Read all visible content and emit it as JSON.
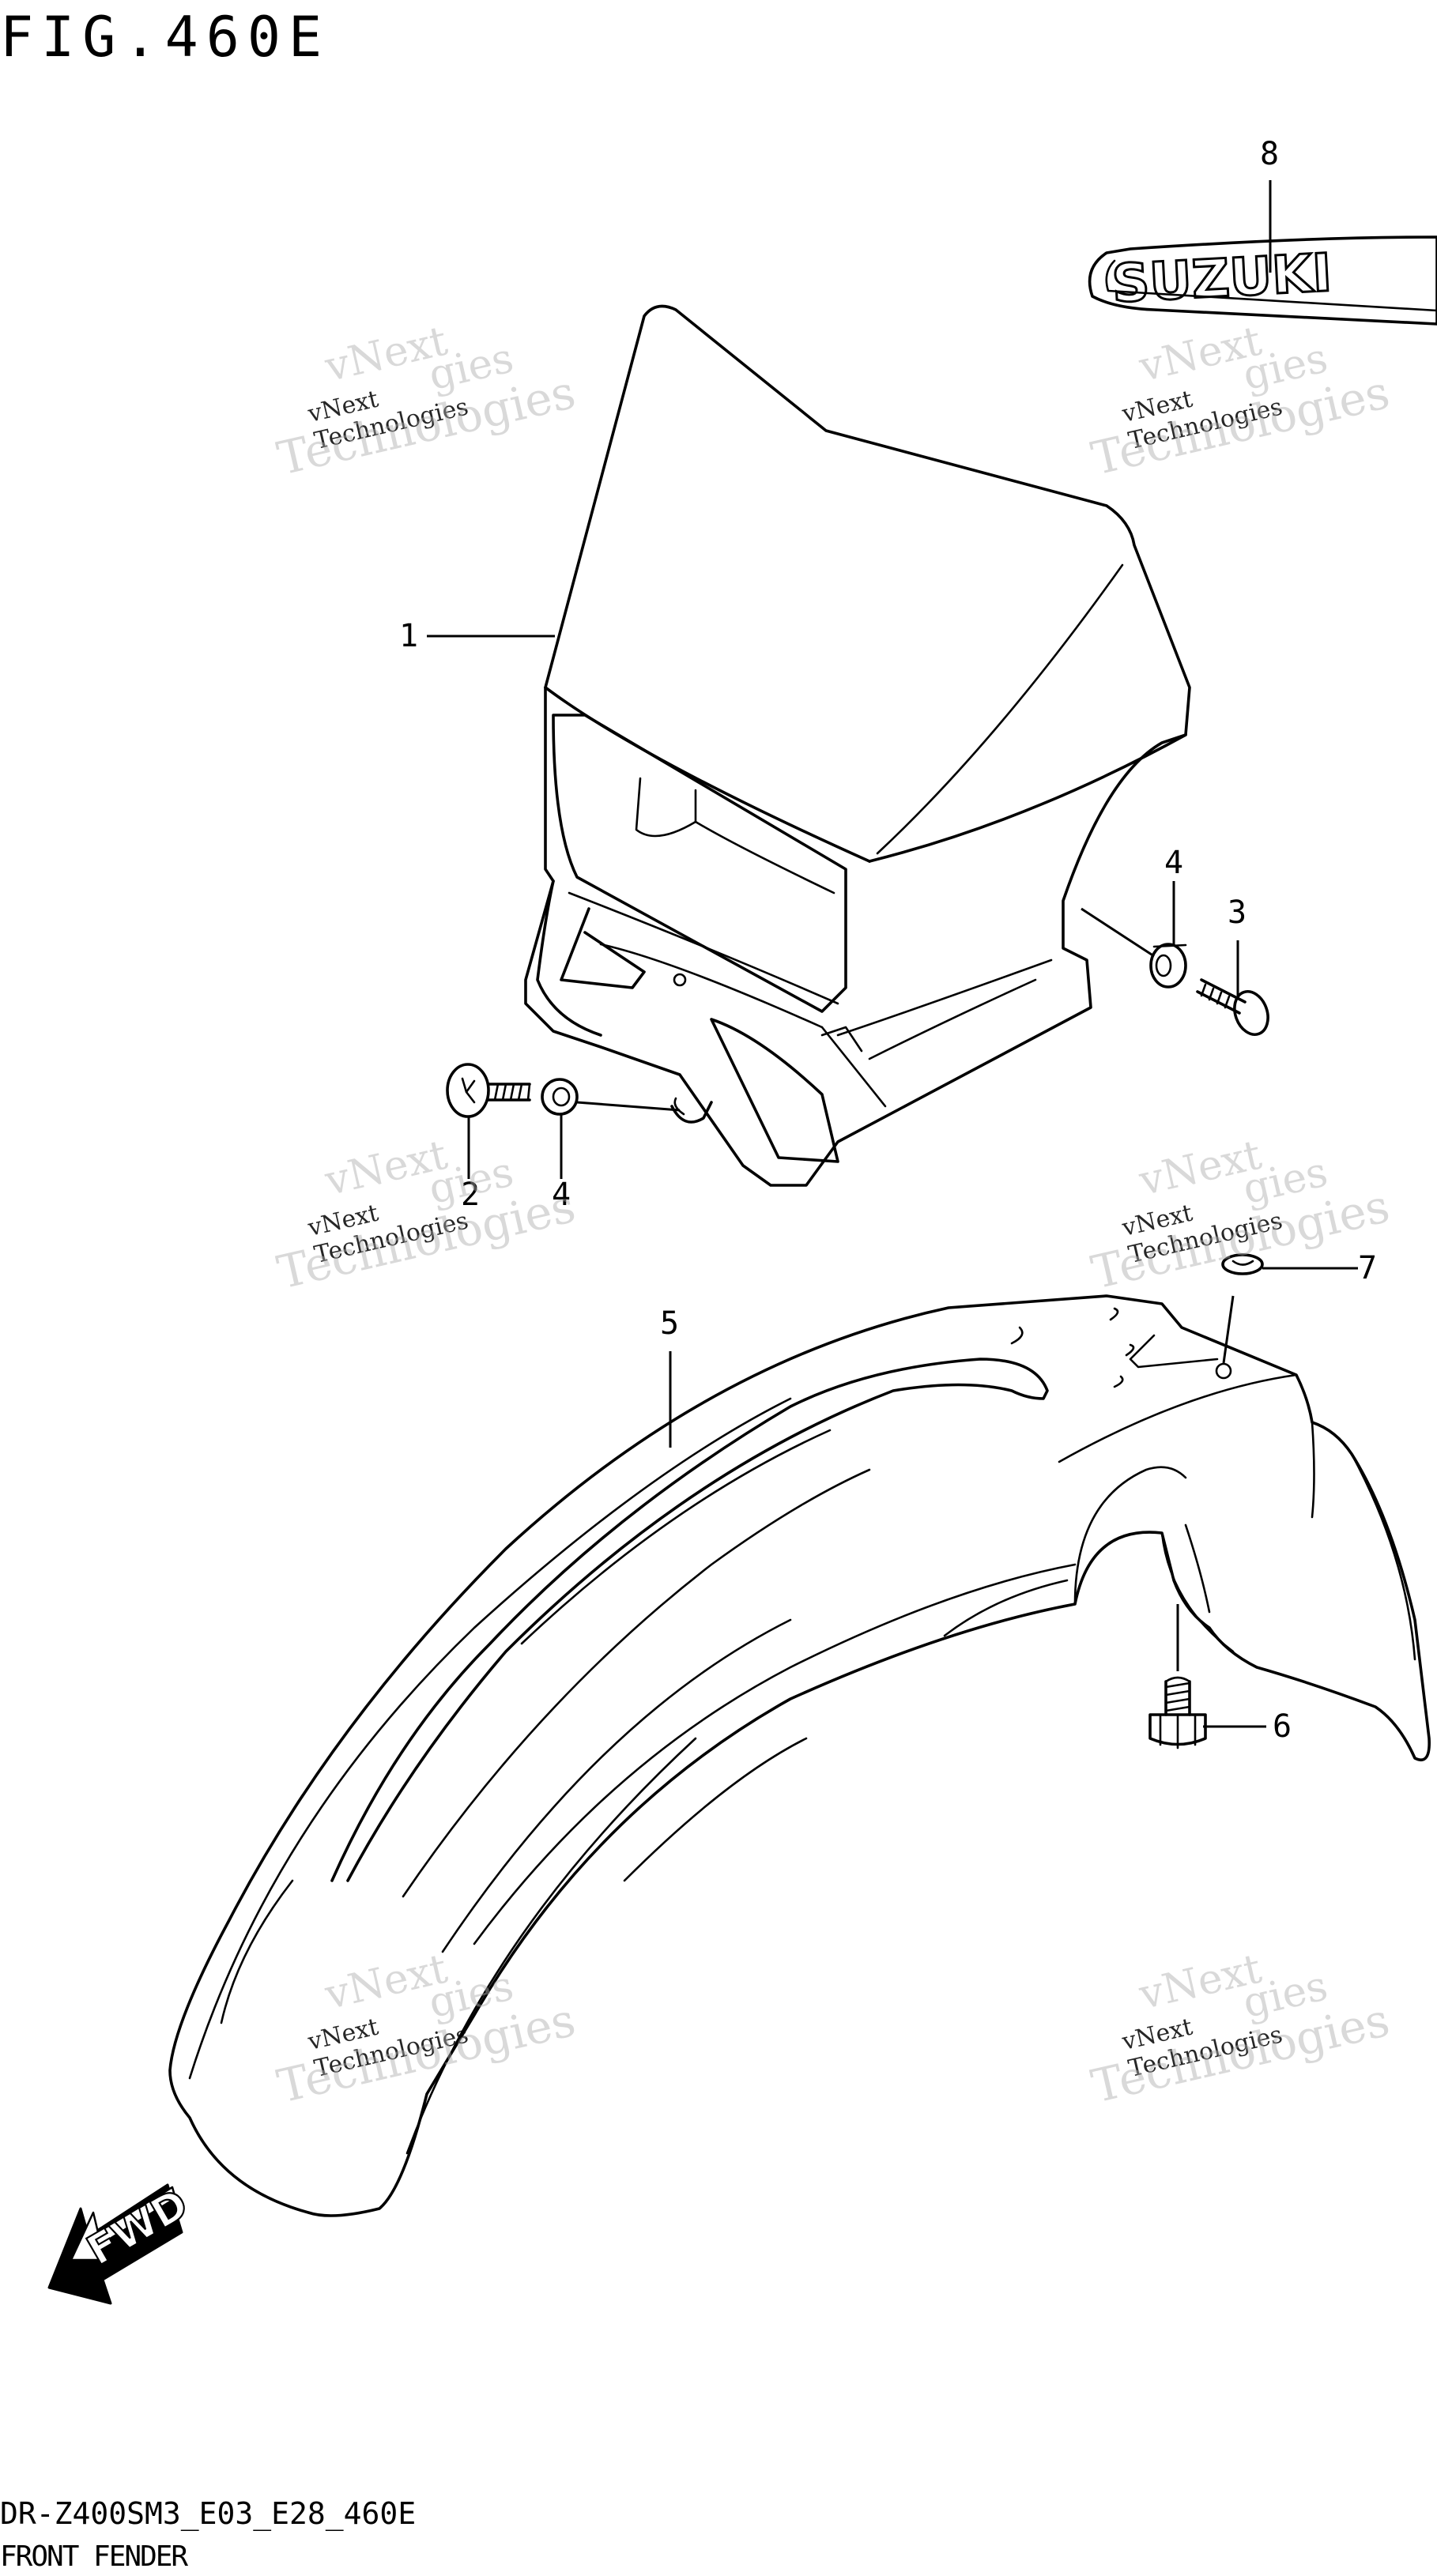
{
  "figure": {
    "title": "FIG.460E"
  },
  "callouts": [
    {
      "id": "c1",
      "label": "1"
    },
    {
      "id": "c2",
      "label": "2"
    },
    {
      "id": "c3",
      "label": "3"
    },
    {
      "id": "c4a",
      "label": "4"
    },
    {
      "id": "c4b",
      "label": "4"
    },
    {
      "id": "c5",
      "label": "5"
    },
    {
      "id": "c6",
      "label": "6"
    },
    {
      "id": "c7",
      "label": "7"
    },
    {
      "id": "c8",
      "label": "8"
    }
  ],
  "logo": {
    "text": "SUZUKI"
  },
  "direction": {
    "label": "FWD"
  },
  "watermark": {
    "line1": "vNext",
    "line2": "vNext Technologies",
    "line3": "Technologies",
    "line4": "gies"
  },
  "footer": {
    "code": "DR-Z400SM3_E03_E28_460E",
    "name": "FRONT FENDER"
  }
}
